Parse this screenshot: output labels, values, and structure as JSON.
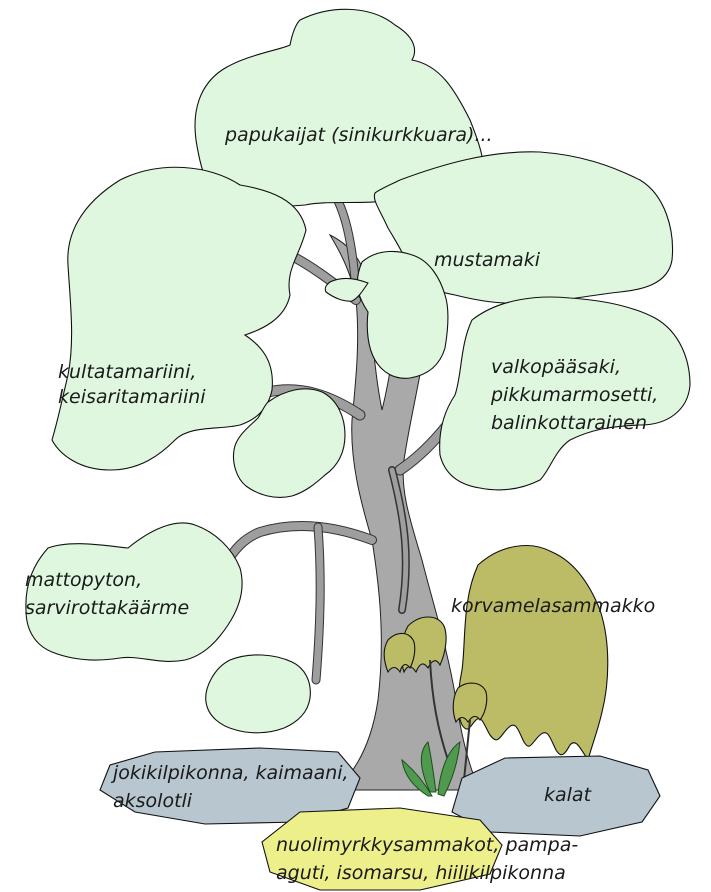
{
  "colors": {
    "canopy": "#dff7df",
    "trunk": "#a9a9a9",
    "pond": "#b7c6cf",
    "yellow_pool": "#ecef8a",
    "moss": "#bdbc66",
    "grass": "#4f9a4f"
  },
  "labels": {
    "canopy_top": "papukaijat (sinikurkkuara)...",
    "canopy_right_upper": "mustamaki",
    "canopy_left": [
      "kultatamariini,",
      "keisaritamariini"
    ],
    "canopy_right": [
      "valkopääsaki,",
      "pikkumarmosetti,",
      "balinkottarainen"
    ],
    "undergrowth_left": [
      "mattopyton,",
      "sarvirottakäärme"
    ],
    "moss_right": "korvamelasammakko",
    "pond_left": [
      "jokikilpikonna, kaimaani,",
      "aksolotli"
    ],
    "pond_right": "kalat",
    "pool_bottom": [
      "nuolimyrkkysammakot, pampa-",
      "aguti, isomarsu, hiilikilpikonna"
    ]
  }
}
